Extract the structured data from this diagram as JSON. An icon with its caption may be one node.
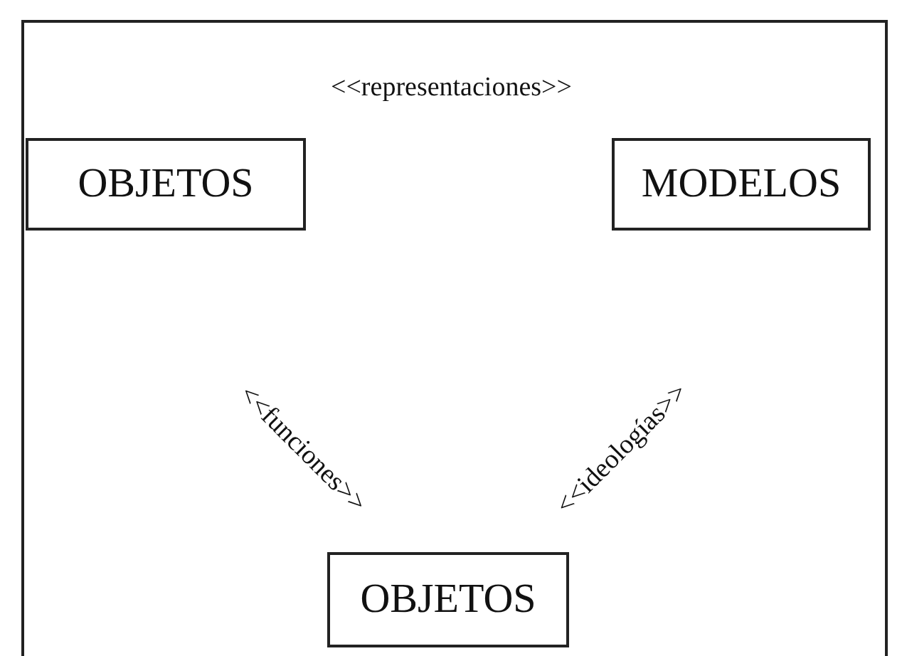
{
  "diagram": {
    "nodes": [
      {
        "text": [
          "OBJETOS"
        ]
      },
      {
        "text": [
          "MODELOS"
        ]
      },
      {
        "text": [
          "OBJETOS"
        ]
      }
    ],
    "labels": [
      "<<representaciones>>",
      "<<funciones>>",
      "<<ideologías>>"
    ]
  }
}
